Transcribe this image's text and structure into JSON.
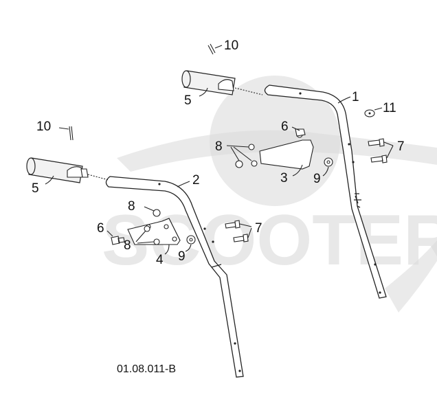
{
  "watermark": {
    "text": "SCOOTER"
  },
  "diagram_code": "01.08.011-B",
  "callouts": {
    "c1": "1",
    "c2": "2",
    "c3": "3",
    "c4": "4",
    "c5a": "5",
    "c5b": "5",
    "c6a": "6",
    "c6b": "6",
    "c7a": "7",
    "c7b": "7",
    "c8a": "8",
    "c8b": "8",
    "c8c": "8",
    "c9a": "9",
    "c9b": "9",
    "c10a": "10",
    "c10b": "10",
    "c11": "11"
  }
}
